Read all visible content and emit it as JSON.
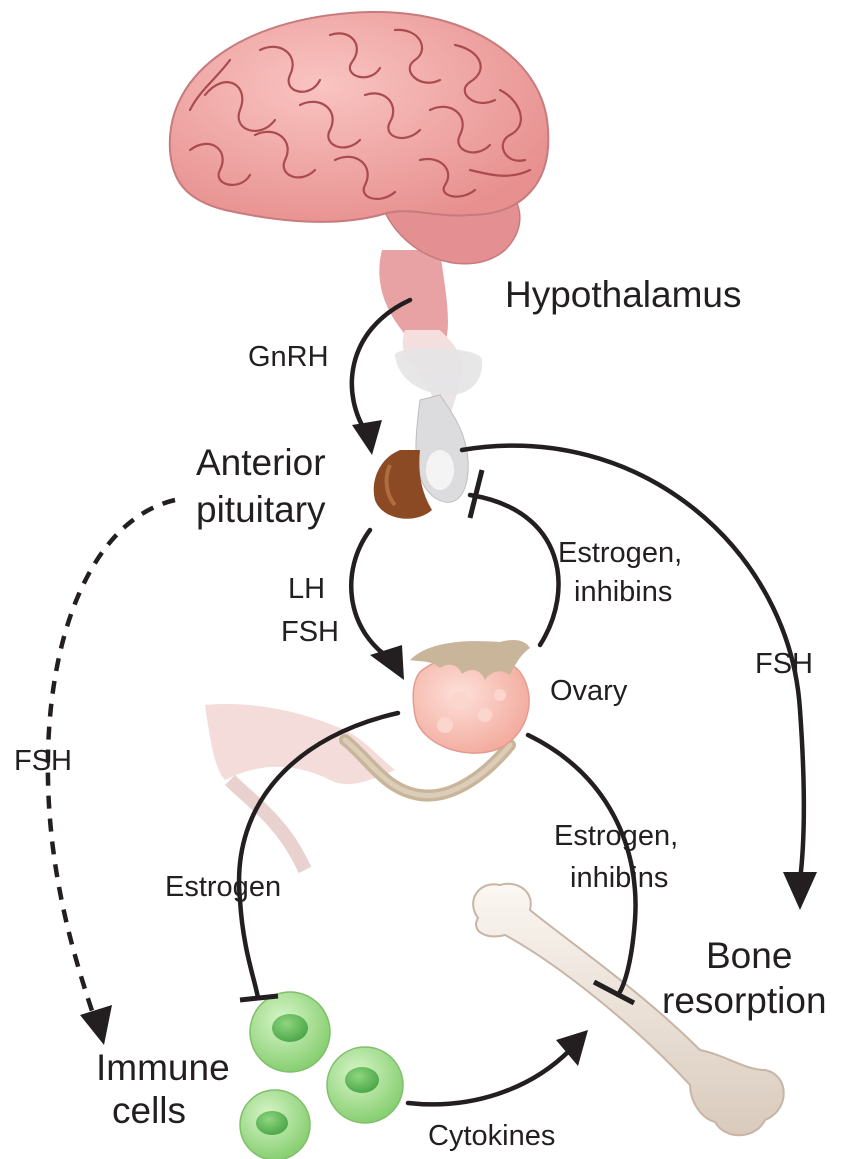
{
  "labels": {
    "hypothalamus": "Hypothalamus",
    "gnrh": "GnRH",
    "anterior": "Anterior",
    "pituitary": "pituitary",
    "lh": "LH",
    "fsh_left_pair": "FSH",
    "estrogen_inhibins_top_1": "Estrogen,",
    "estrogen_inhibins_top_2": "inhibins",
    "fsh_right": "FSH",
    "ovary": "Ovary",
    "fsh_left": "FSH",
    "estrogen": "Estrogen",
    "estrogen_inhibins_bottom_1": "Estrogen,",
    "estrogen_inhibins_bottom_2": "inhibins",
    "bone": "Bone",
    "resorption": "resorption",
    "immune": "Immune",
    "cells": "cells",
    "cytokines": "Cytokines"
  },
  "colors": {
    "brain": "#f2a7a5",
    "cerebellum": "#e48f91",
    "gyri": "#a94b4f",
    "pituitary_anterior": "#8b4a24",
    "pituitary_posterior": "#d9dadb",
    "ovary": "#f7c2b8",
    "fallopian_tube": "#c9b59a",
    "immune_cell": "#9fd98b",
    "immune_nucleus": "#5fb55a",
    "bone": "#efe6dd",
    "text": "#231f20"
  }
}
